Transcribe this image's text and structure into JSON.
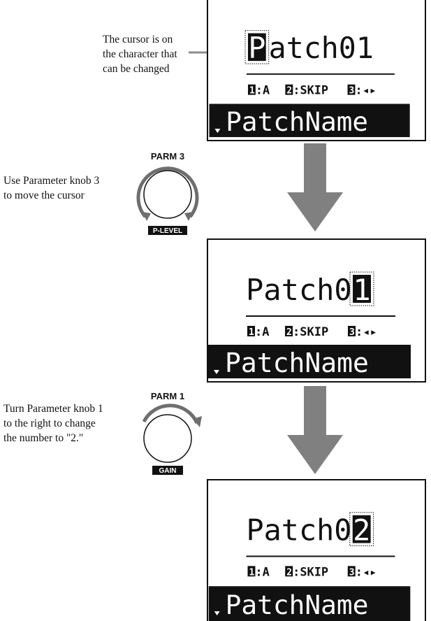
{
  "captions": {
    "cursor_note": [
      "The cursor is on",
      "the character that",
      "can be changed"
    ],
    "step1": [
      "Use Parameter knob 3",
      "to move the cursor"
    ],
    "step2": [
      "Turn Parameter knob 1",
      "to the right to change",
      "the number to \"2.\""
    ]
  },
  "screens": [
    {
      "name_cursor": "P",
      "name_rest": "atch01",
      "status_row": {
        "p1_num": "1",
        "p1_val": ":A",
        "p2_num": "2",
        "p2_val": ":SKIP",
        "p3_num": "3",
        "p3_val": ":◂▸"
      },
      "bottom_label": "PatchName"
    },
    {
      "name_prefix": "Patch0",
      "name_cursor": "1",
      "status_row": {
        "p1_num": "1",
        "p1_val": ":A",
        "p2_num": "2",
        "p2_val": ":SKIP",
        "p3_num": "3",
        "p3_val": ":◂▸"
      },
      "bottom_label": "PatchName"
    },
    {
      "name_prefix": "Patch0",
      "name_cursor": "2",
      "status_row": {
        "p1_num": "1",
        "p1_val": ":A",
        "p2_num": "2",
        "p2_val": ":SKIP",
        "p3_num": "3",
        "p3_val": ":◂▸"
      },
      "bottom_label": "PatchName"
    }
  ],
  "knobs": {
    "knob3": {
      "top_label": "PARM 3",
      "bottom_label": "P-LEVEL"
    },
    "knob1": {
      "top_label": "PARM 1",
      "bottom_label": "GAIN"
    }
  },
  "colors": {
    "ink": "#111111",
    "arrow": "#808080",
    "knob_ring": "#6e6e6e"
  },
  "icons": {
    "flow_arrow": "arrow-down-icon",
    "knob": "rotary-knob-icon"
  }
}
